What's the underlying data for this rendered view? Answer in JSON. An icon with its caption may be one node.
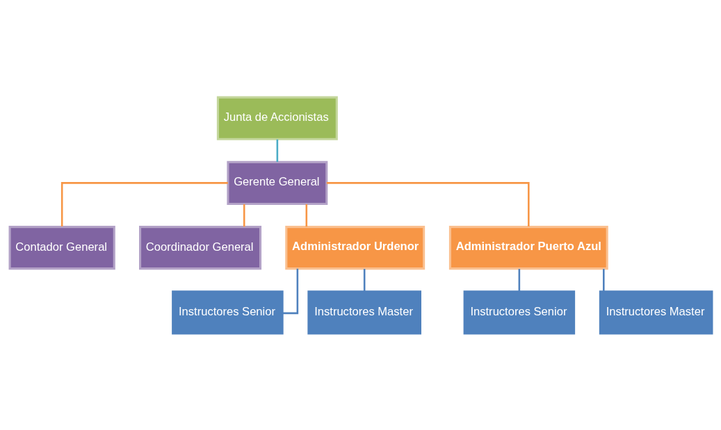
{
  "diagram": {
    "nodes": [
      {
        "text": [
          "Junta de Accionistas"
        ]
      },
      {
        "text": [
          "Gerente General"
        ]
      },
      {
        "text": [
          "Contador General"
        ]
      },
      {
        "text": [
          "Coordinador General"
        ]
      },
      {
        "text": [
          "Administrador Urdenor"
        ]
      },
      {
        "text": [
          "Administrador Puerto Azul"
        ]
      },
      {
        "text": [
          "Instructores Senior"
        ]
      },
      {
        "text": [
          "Instructores Master"
        ]
      },
      {
        "text": [
          "Instructores Senior"
        ]
      },
      {
        "text": [
          "Instructores Master"
        ]
      }
    ],
    "edges": [
      {
        "from": 0,
        "to": 1,
        "arrow": "none",
        "color": "#4bacc6"
      },
      {
        "from": 1,
        "to": 2,
        "arrow": "none",
        "color": "#f79646"
      },
      {
        "from": 1,
        "to": 3,
        "arrow": "none",
        "color": "#f79646"
      },
      {
        "from": 1,
        "to": 4,
        "arrow": "none",
        "color": "#f79646"
      },
      {
        "from": 1,
        "to": 5,
        "arrow": "none",
        "color": "#f79646"
      },
      {
        "from": 4,
        "to": 6,
        "arrow": "none",
        "color": "#4f81bd"
      },
      {
        "from": 4,
        "to": 7,
        "arrow": "none",
        "color": "#4f81bd"
      },
      {
        "from": 5,
        "to": 8,
        "arrow": "none",
        "color": "#4f81bd"
      },
      {
        "from": 5,
        "to": 9,
        "arrow": "none",
        "color": "#4f81bd"
      }
    ]
  }
}
